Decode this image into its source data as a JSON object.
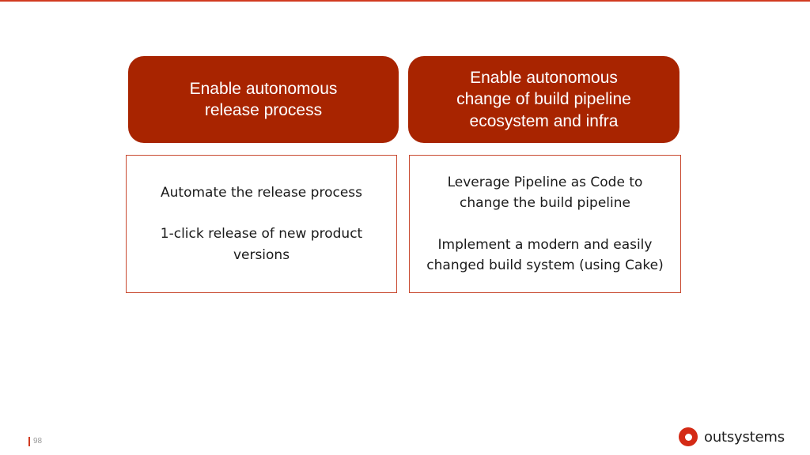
{
  "slide": {
    "page_number": "98",
    "logo_text": "outsystems",
    "logo_icon": "outsystems-logo-icon",
    "colors": {
      "accent": "#a82400",
      "border": "#c94a30",
      "top_rule": "#d13a20",
      "logo_mark": "#d42a15"
    }
  },
  "columns": [
    {
      "header": "Enable autonomous\nrelease process",
      "lines": [
        "Automate the release process",
        "1-click release of new product versions"
      ]
    },
    {
      "header": "Enable autonomous\nchange of build pipeline\necosystem and infra",
      "lines": [
        "Leverage Pipeline as Code to change the build pipeline",
        "Implement a modern and easily changed build system (using Cake)"
      ]
    }
  ]
}
